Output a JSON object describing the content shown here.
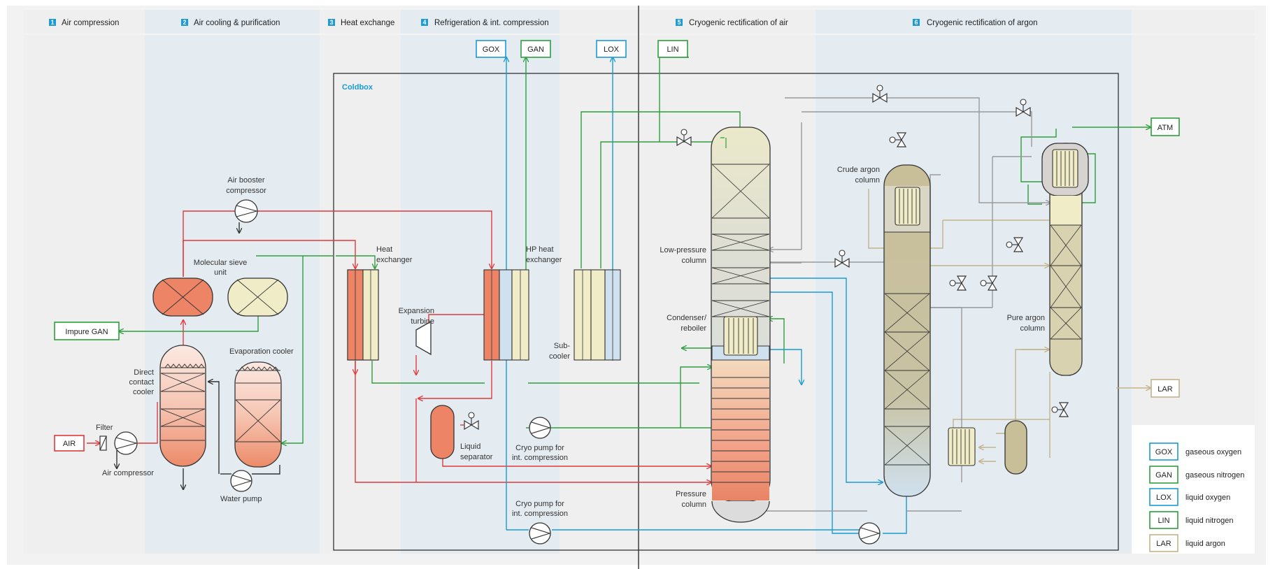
{
  "stages": [
    {
      "num": "1",
      "label": "Air compression"
    },
    {
      "num": "2",
      "label": "Air cooling & purification"
    },
    {
      "num": "3",
      "label": "Heat exchange"
    },
    {
      "num": "4",
      "label": "Refrigeration & int. compression"
    },
    {
      "num": "5",
      "label": "Cryogenic rectification of air"
    },
    {
      "num": "6",
      "label": "Cryogenic rectification of argon"
    }
  ],
  "coldbox_label": "Coldbox",
  "products_top": {
    "gox": "GOX",
    "gan": "GAN",
    "lox": "LOX",
    "lin": "LIN"
  },
  "streams": {
    "air": "AIR",
    "impure_gan": "Impure GAN",
    "atm": "ATM",
    "lar": "LAR"
  },
  "labels": {
    "filter": "Filter",
    "air_compressor": "Air compressor",
    "direct_contact_cooler": [
      "Direct",
      "contact",
      "cooler"
    ],
    "water_pump": "Water pump",
    "evaporation_cooler": "Evaporation cooler",
    "molecular_sieve": [
      "Molecular sieve",
      "unit"
    ],
    "air_booster": [
      "Air booster",
      "compressor"
    ],
    "heat_exchanger": [
      "Heat",
      "exchanger"
    ],
    "expansion_turbine": [
      "Expansion",
      "turbine"
    ],
    "liquid_separator": [
      "Liquid",
      "separator"
    ],
    "hp_heat_exchanger": [
      "HP heat",
      "exchanger"
    ],
    "sub_cooler": [
      "Sub-",
      "cooler"
    ],
    "cryo_pump_1": [
      "Cryo pump for",
      "int. compression"
    ],
    "cryo_pump_2": [
      "Cryo pump for",
      "int. compression"
    ],
    "low_pressure_column": [
      "Low-pressure",
      "column"
    ],
    "condenser_reboiler": [
      "Condenser/",
      "reboiler"
    ],
    "pressure_column": [
      "Pressure",
      "column"
    ],
    "crude_argon_column": [
      "Crude argon",
      "column"
    ],
    "pure_argon_column": [
      "Pure argon",
      "column"
    ]
  },
  "legend": [
    {
      "code": "GOX",
      "text": "gaseous oxygen",
      "color": "#1a9ad6"
    },
    {
      "code": "GAN",
      "text": "gaseous nitrogen",
      "color": "#2e9e3e"
    },
    {
      "code": "LOX",
      "text": "liquid oxygen",
      "color": "#1a9ad6"
    },
    {
      "code": "LIN",
      "text": "liquid nitrogen",
      "color": "#2e9e3e"
    },
    {
      "code": "LAR",
      "text": "liquid argon",
      "color": "#c2b38a"
    }
  ],
  "colors": {
    "air": "#e03a3a",
    "nitrogen": "#2e9e3e",
    "oxygen": "#1a9ad6",
    "argon": "#c2b38a",
    "waste": "#9a9a9a",
    "stage_badge": "#1a9ad6",
    "band_light": "#e6eef4",
    "band_grey": "#eeefee"
  }
}
